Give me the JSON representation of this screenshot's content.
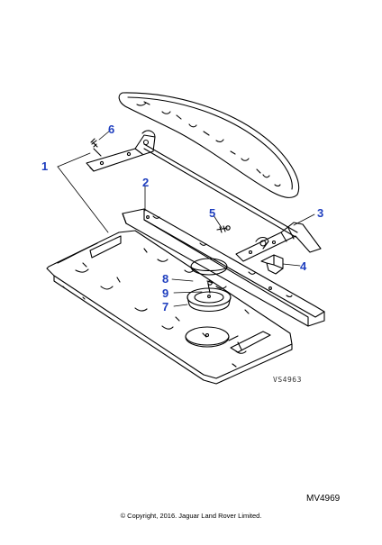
{
  "diagram": {
    "callouts": [
      {
        "id": "1",
        "label": "1"
      },
      {
        "id": "2",
        "label": "2"
      },
      {
        "id": "3",
        "label": "3"
      },
      {
        "id": "4",
        "label": "4"
      },
      {
        "id": "5",
        "label": "5"
      },
      {
        "id": "6",
        "label": "6"
      },
      {
        "id": "7",
        "label": "7"
      },
      {
        "id": "8",
        "label": "8"
      },
      {
        "id": "9",
        "label": "9"
      }
    ],
    "drawing_ref": "VS4963",
    "figure_code": "MV4969",
    "copyright": "© Copyright, 2016. Jaguar Land Rover Limited.",
    "callout_color": "#1f3fbf"
  }
}
